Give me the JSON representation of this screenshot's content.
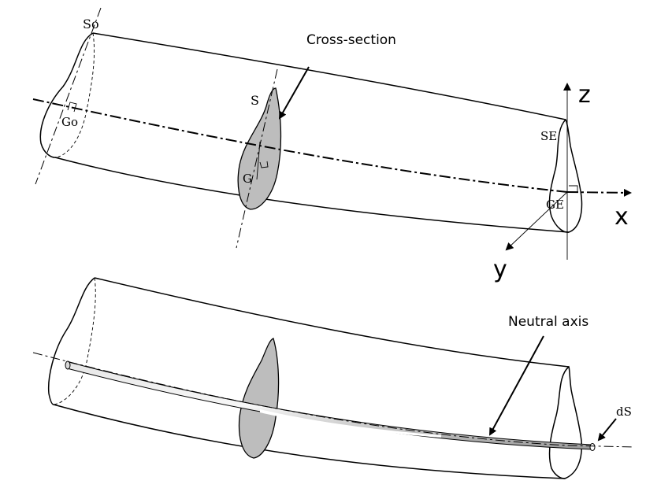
{
  "top_figure": {
    "labels": {
      "s0": "So",
      "g0": "Go",
      "s": "S",
      "g": "G",
      "se": "SE",
      "ge": "GE",
      "cross_section": "Cross-section"
    },
    "axes": {
      "x": "x",
      "y": "y",
      "z": "z"
    }
  },
  "bottom_figure": {
    "labels": {
      "neutral_axis": "Neutral axis",
      "ds": "dS"
    }
  },
  "colors": {
    "line": "#000000",
    "section_fill": "#bdbdbd",
    "background": "#ffffff"
  }
}
